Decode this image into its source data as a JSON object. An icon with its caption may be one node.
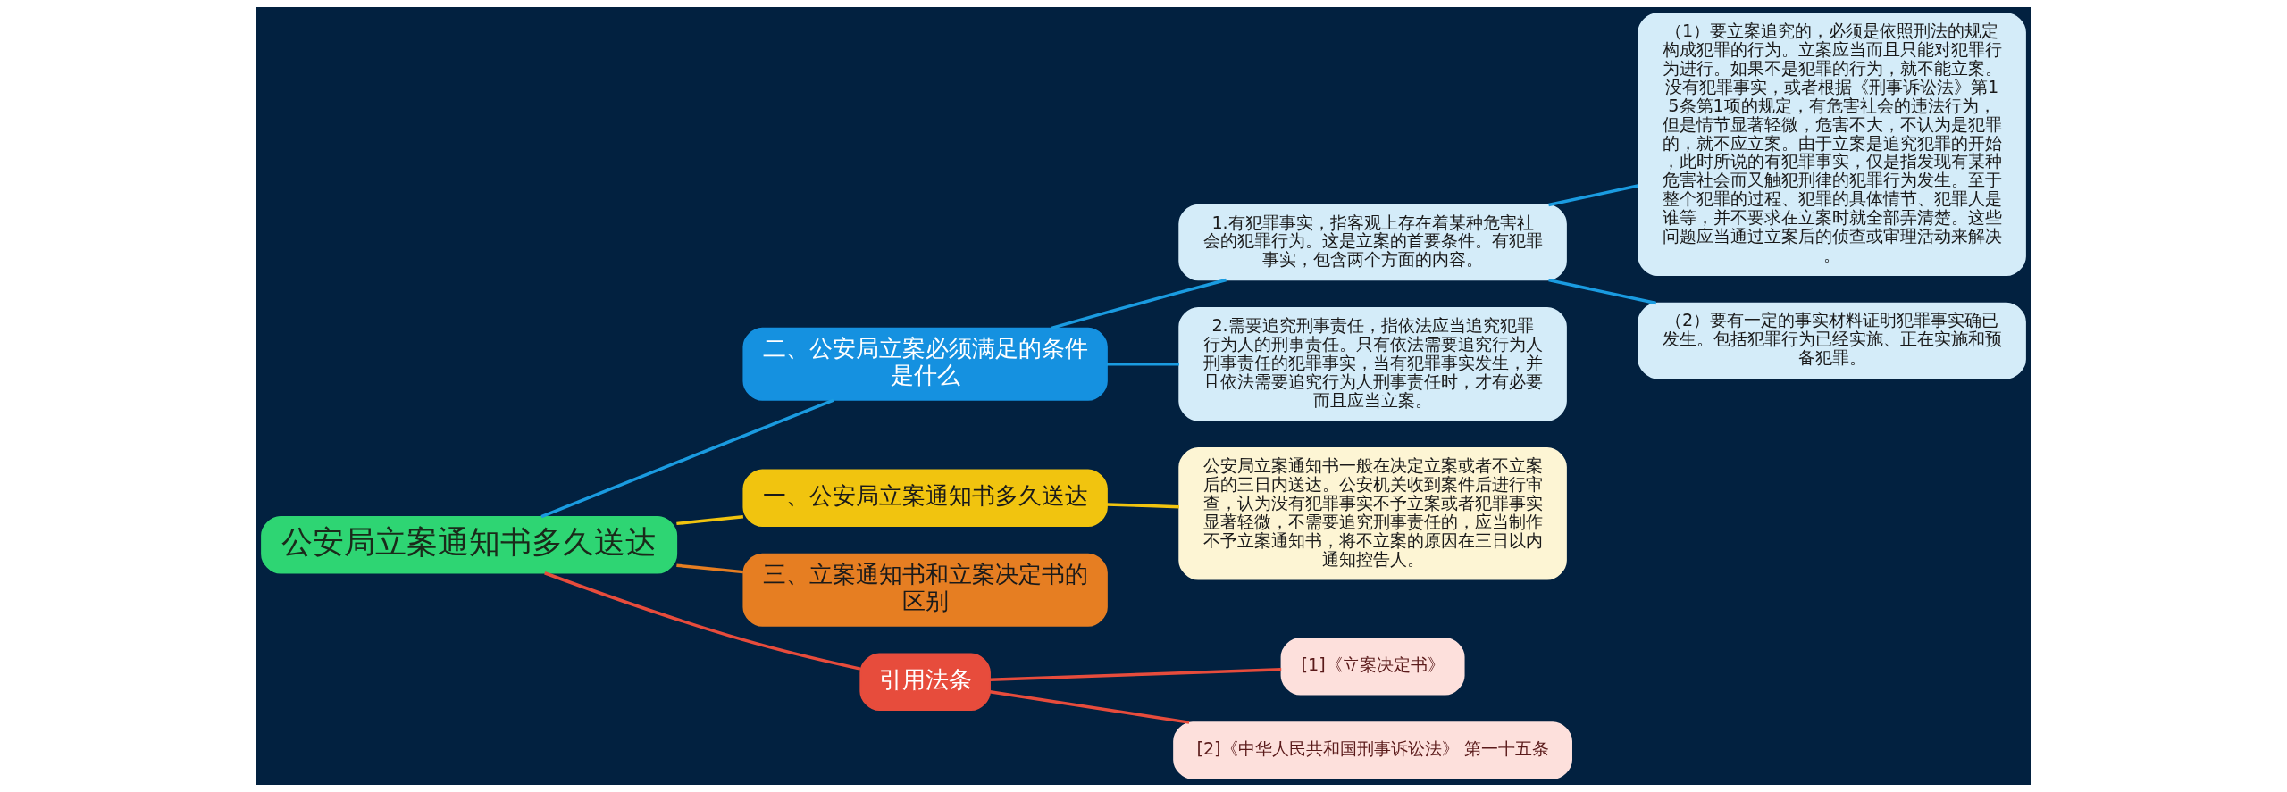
{
  "diagram": {
    "nodes": [
      {
        "text": [
          "公安局立案通知书多久送达"
        ]
      },
      {
        "text": [
          "二、公安局立案必须满足的条件是什么"
        ]
      },
      {
        "text": [
          "1.有犯罪事实，指客观上存在着某种危害社会的犯罪行为。这是立案的首要条件。有犯罪事实，包含两个方面的内容。"
        ]
      },
      {
        "text": [
          "（1）要立案追究的，必须是依照刑法的规定构成犯罪的行为。立案应当而且只能对犯罪行为进行。如果不是犯罪的行为，就不能立案。没有犯罪事实，或者根据《刑事诉讼法》第15条第1项的规定，有危害社会的违法行为，但是情节显著轻微，危害不大，不认为是犯罪的，就不应立案。由于立案是追究犯罪的开始，此时所说的有犯罪事实，仅是指发现有某种危害社会而又触犯刑律的犯罪行为发生。至于整个犯罪的过程、犯罪的具体情节、犯罪人是谁等，并不要求在立案时就全部弄清楚。这些问题应当通过立案后的侦查或审理活动来解决。"
        ]
      },
      {
        "text": [
          "（2）要有一定的事实材料证明犯罪事实确已发生。包括犯罪行为已经实施、正在实施和预备犯罪。"
        ]
      },
      {
        "text": [
          "2.需要追究刑事责任，指依法应当追究犯罪行为人的刑事责任。只有依法需要追究行为人刑事责任的犯罪事实，当有犯罪事实发生，并且依法需要追究行为人刑事责任时，才有必要而且应当立案。"
        ]
      },
      {
        "text": [
          "一、公安局立案通知书多久送达"
        ]
      },
      {
        "text": [
          "公安局立案通知书一般在决定立案或者不立案后的三日内送达。公安机关收到案件后进行审查，认为没有犯罪事实不予立案或者犯罪事实显著轻微，不需要追究刑事责任的，应当制作不予立案通知书，将不立案的原因在三日以内通知控告人。"
        ]
      },
      {
        "text": [
          "三、立案通知书和立案决定书的区别"
        ]
      },
      {
        "text": [
          "引用法条"
        ]
      },
      {
        "text": [
          "[1]《立案决定书》"
        ]
      },
      {
        "text": [
          "[2]《中华人民共和国刑事诉讼法》 第一十五条"
        ]
      }
    ],
    "edges": [
      {
        "from": 0,
        "to": 1,
        "arrow": "none",
        "color": "#1a9be0"
      },
      {
        "from": 1,
        "to": 2,
        "arrow": "none",
        "color": "#1a9be0"
      },
      {
        "from": 2,
        "to": 3,
        "arrow": "none",
        "color": "#1a9be0"
      },
      {
        "from": 2,
        "to": 4,
        "arrow": "none",
        "color": "#1a9be0"
      },
      {
        "from": 1,
        "to": 5,
        "arrow": "none",
        "color": "#1a9be0"
      },
      {
        "from": 0,
        "to": 6,
        "arrow": "none",
        "color": "#f1c40f"
      },
      {
        "from": 6,
        "to": 7,
        "arrow": "none",
        "color": "#f1c40f"
      },
      {
        "from": 0,
        "to": 8,
        "arrow": "none",
        "color": "#e67e22"
      },
      {
        "from": 0,
        "to": 9,
        "arrow": "none",
        "color": "#e74c3c"
      },
      {
        "from": 9,
        "to": 10,
        "arrow": "none",
        "color": "#e74c3c"
      },
      {
        "from": 9,
        "to": 11,
        "arrow": "none",
        "color": "#e74c3c"
      }
    ]
  }
}
